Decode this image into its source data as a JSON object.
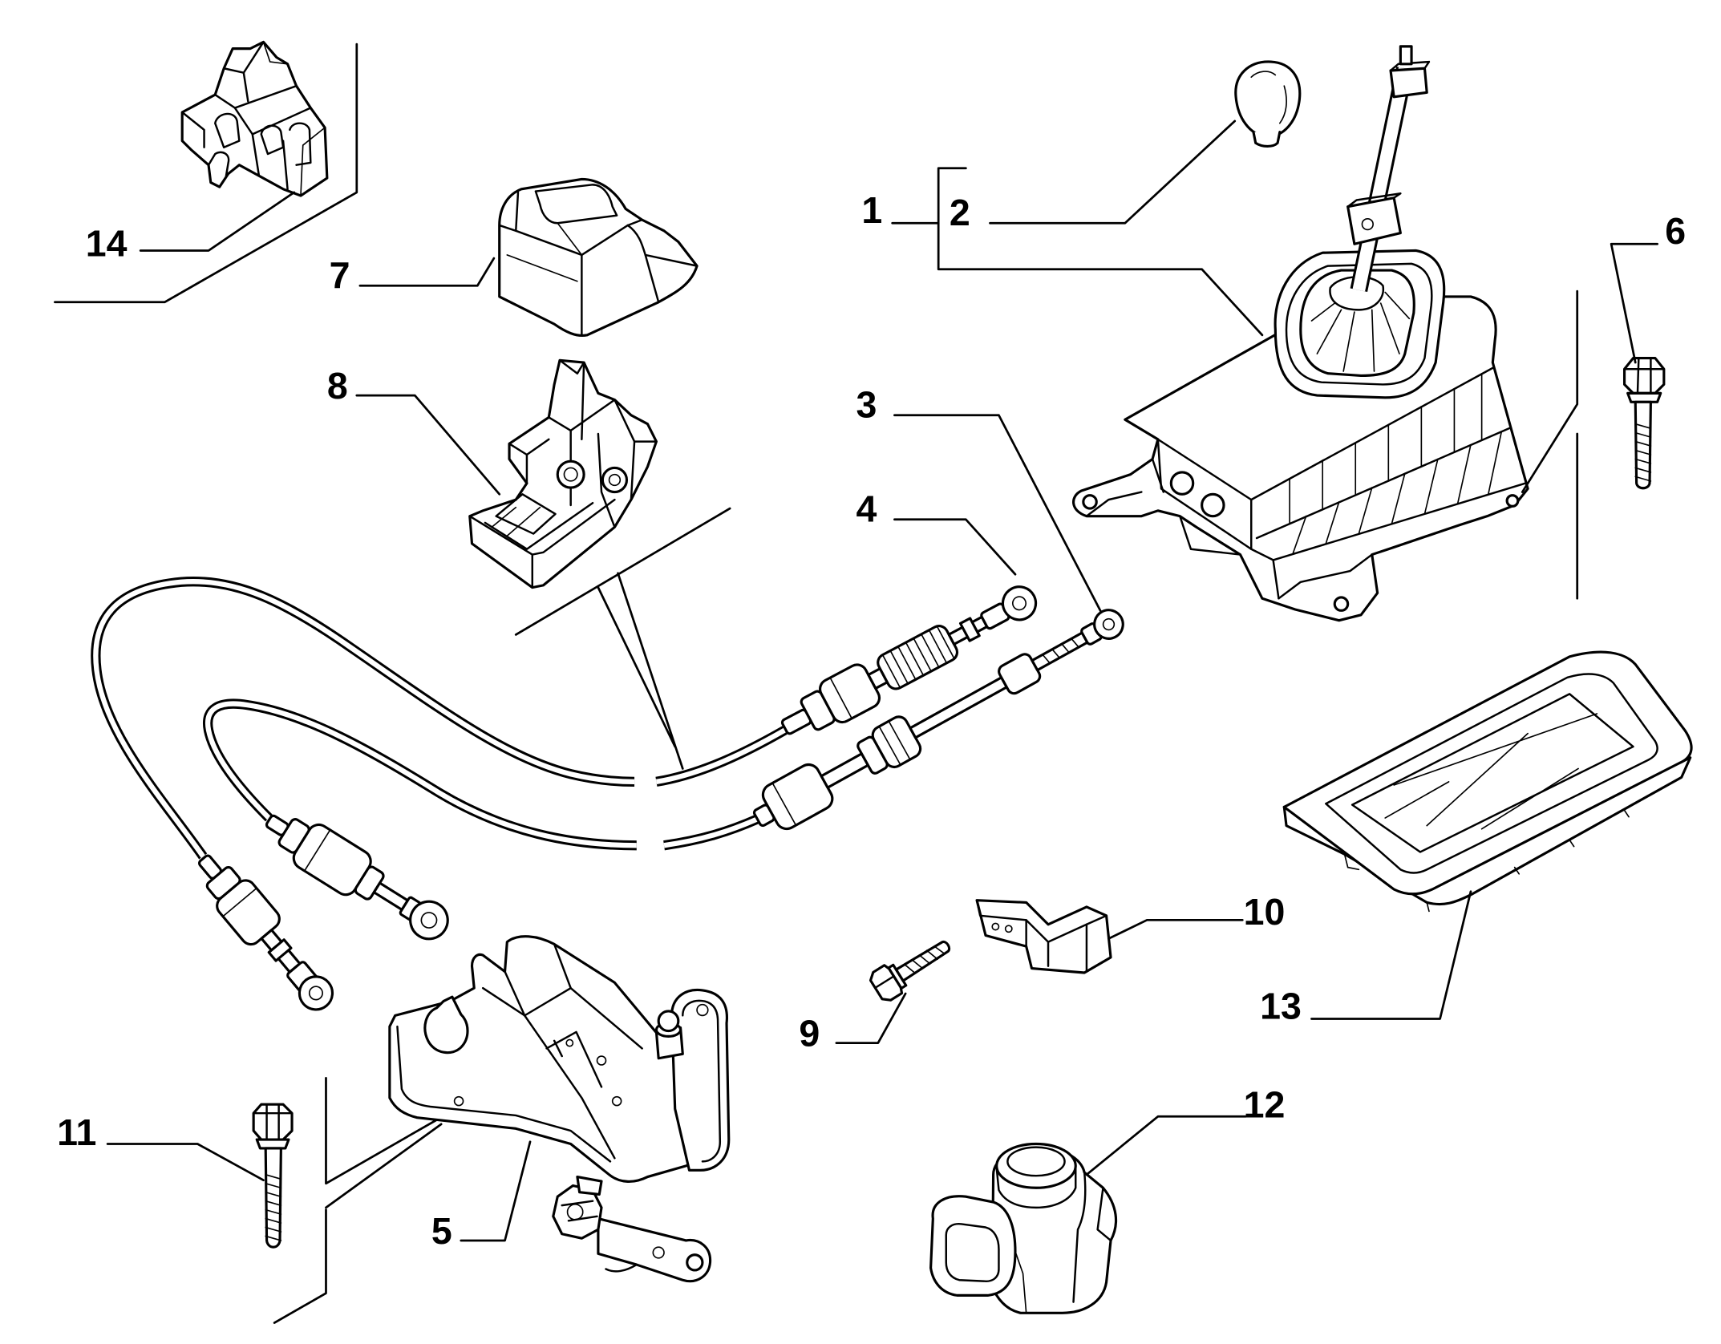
{
  "diagram": {
    "callouts": {
      "c1": "1",
      "c2": "2",
      "c3": "3",
      "c4": "4",
      "c5": "5",
      "c6": "6",
      "c7": "7",
      "c8": "8",
      "c9": "9",
      "c10": "10",
      "c11": "11",
      "c12": "12",
      "c13": "13",
      "c14": "14"
    }
  },
  "colors": {
    "ink": "#000000",
    "paper": "#ffffff"
  }
}
